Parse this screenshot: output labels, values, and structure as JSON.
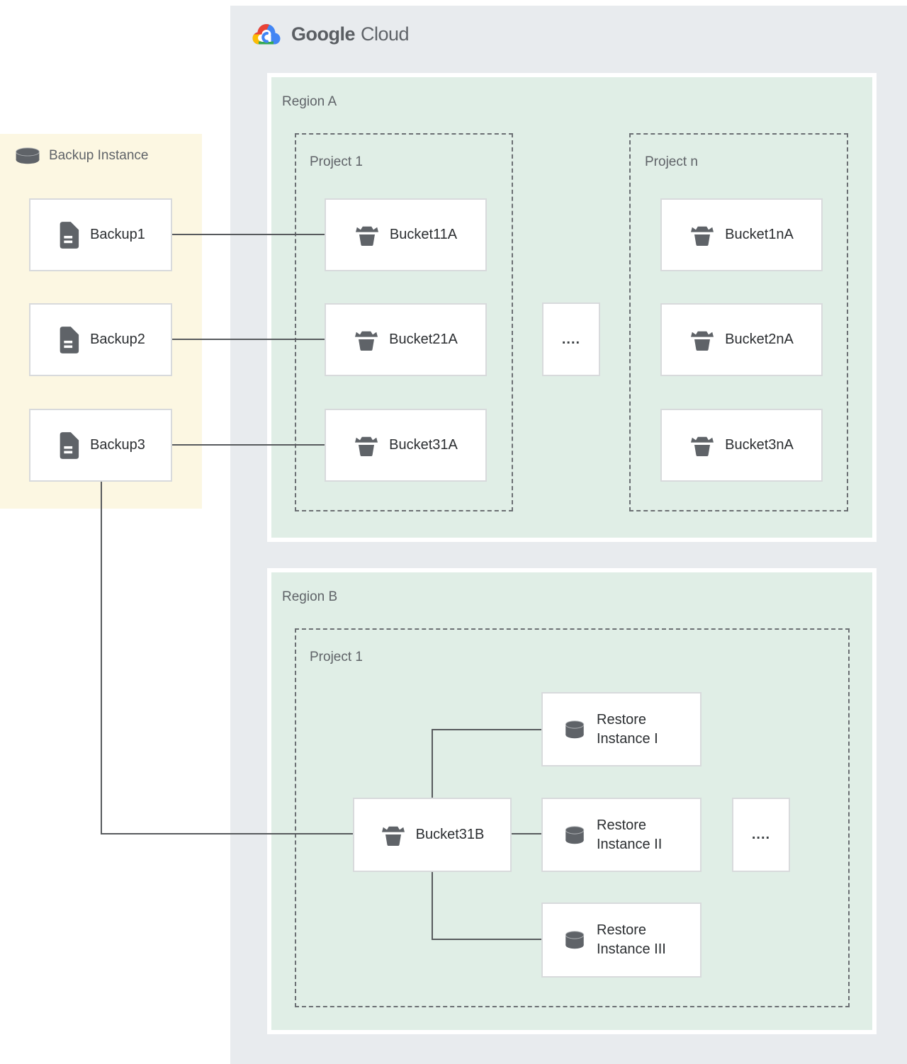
{
  "logo": {
    "brand_primary": "Google",
    "brand_secondary": "Cloud"
  },
  "backup_panel": {
    "title": "Backup Instance",
    "backups": [
      "Backup1",
      "Backup2",
      "Backup3"
    ]
  },
  "region_a": {
    "label": "Region A",
    "project_1": {
      "label": "Project 1",
      "buckets": [
        "Bucket11A",
        "Bucket21A",
        "Bucket31A"
      ]
    },
    "ellipsis": "....",
    "project_n": {
      "label": "Project n",
      "buckets": [
        "Bucket1nA",
        "Bucket2nA",
        "Bucket3nA"
      ]
    }
  },
  "region_b": {
    "label": "Region B",
    "project_1": {
      "label": "Project 1"
    },
    "bucket": "Bucket31B",
    "restore_instances": [
      "Restore Instance I",
      "Restore Instance II",
      "Restore Instance III"
    ],
    "ellipsis": "...."
  },
  "colors": {
    "backup_panel_bg": "#fcf7e2",
    "cloud_panel_bg": "#e8ebee",
    "region_bg": "#e0eee6",
    "node_border": "#d8dadc",
    "connector": "#575a5d",
    "icon_gray": "#5f6368",
    "label_gray": "#5f6368",
    "text_dark": "#2b2e31",
    "google_blue": "#4285f4",
    "google_red": "#ea4335",
    "google_yellow": "#fbbc04",
    "google_green": "#34a853"
  }
}
